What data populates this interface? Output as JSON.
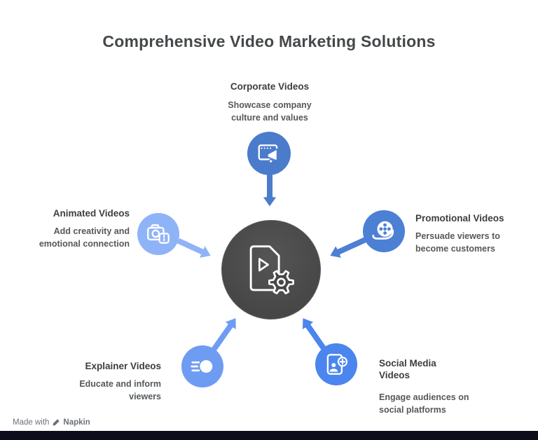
{
  "title": "Comprehensive Video Marketing Solutions",
  "hub": {
    "icon": "video-file-gear-icon",
    "color": "#4a4a4a"
  },
  "nodes": [
    {
      "id": "corporate-videos",
      "label": "Corporate Videos",
      "description": "Showcase company culture and values",
      "color": "#4b7ccb",
      "icon": "video-ad-megaphone-icon"
    },
    {
      "id": "promotional-videos",
      "label": "Promotional Videos",
      "description": "Persuade viewers to become customers",
      "color": "#4c80d4",
      "icon": "film-reel-icon"
    },
    {
      "id": "social-media-videos",
      "label": "Social Media Videos",
      "description": "Engage audiences on social platforms",
      "color": "#4b85ee",
      "icon": "mobile-user-add-icon"
    },
    {
      "id": "explainer-videos",
      "label": "Explainer Videos",
      "description": "Educate and inform viewers",
      "color": "#6f9cf3",
      "icon": "speed-circle-icon"
    },
    {
      "id": "animated-videos",
      "label": "Animated Videos",
      "description": "Add creativity and emotional connection",
      "color": "#8fb3f7",
      "icon": "camera-plus-icon"
    }
  ],
  "watermark": {
    "prefix": "Made with",
    "brand": "Napkin"
  },
  "colors": {
    "background": "#ffffff",
    "title_text": "#45484a",
    "label_text": "#3b3e41",
    "description_text": "#55595c",
    "footer_bar": "#0c0c1a"
  }
}
